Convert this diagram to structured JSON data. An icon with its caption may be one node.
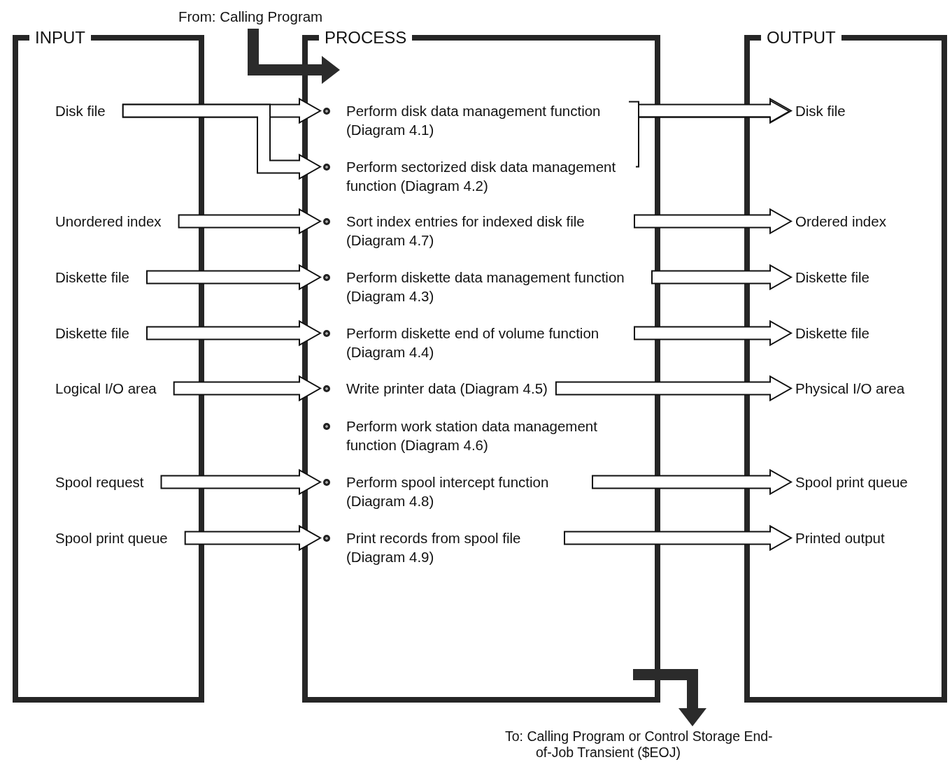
{
  "diagram": {
    "nodes": [
      {
        "text": [
          "INPUT"
        ]
      },
      {
        "text": [
          "PROCESS"
        ]
      },
      {
        "text": [
          "OUTPUT"
        ]
      },
      {
        "text": [
          "From: Calling Program"
        ]
      },
      {
        "text": [
          "To: Calling Program or Control Storage End-of-Job Transient ($EOJ)"
        ]
      },
      {
        "text": [
          "Disk file"
        ],
        "in": 0
      },
      {
        "text": [
          "Unordered index"
        ],
        "in": 0
      },
      {
        "text": [
          "Diskette file"
        ],
        "in": 0
      },
      {
        "text": [
          "Diskette file"
        ],
        "in": 0
      },
      {
        "text": [
          "Logical I/O area"
        ],
        "in": 0
      },
      {
        "text": [
          "Spool request"
        ],
        "in": 0
      },
      {
        "text": [
          "Spool print queue"
        ],
        "in": 0
      },
      {
        "text": [
          "Perform disk data management function (Diagram 4.1)"
        ],
        "in": 1
      },
      {
        "text": [
          "Perform sectorized disk data management function (Diagram 4.2)"
        ],
        "in": 1
      },
      {
        "text": [
          "Sort index entries for indexed disk file (Diagram 4.7)"
        ],
        "in": 1
      },
      {
        "text": [
          "Perform diskette data management function (Diagram 4.3)"
        ],
        "in": 1
      },
      {
        "text": [
          "Perform diskette end of volume function (Diagram 4.4)"
        ],
        "in": 1
      },
      {
        "text": [
          "Write printer data (Diagram 4.5)"
        ],
        "in": 1
      },
      {
        "text": [
          "Perform work station data management function (Diagram 4.6)"
        ],
        "in": 1
      },
      {
        "text": [
          "Perform spool intercept function (Diagram 4.8)"
        ],
        "in": 1
      },
      {
        "text": [
          "Print records from spool file (Diagram 4.9)"
        ],
        "in": 1
      },
      {
        "text": [
          "Disk file"
        ],
        "in": 2
      },
      {
        "text": [
          "Ordered index"
        ],
        "in": 2
      },
      {
        "text": [
          "Diskette file"
        ],
        "in": 2
      },
      {
        "text": [
          "Diskette file"
        ],
        "in": 2
      },
      {
        "text": [
          "Physical I/O area"
        ],
        "in": 2
      },
      {
        "text": [
          "Spool print queue"
        ],
        "in": 2
      },
      {
        "text": [
          "Printed output"
        ],
        "in": 2
      }
    ],
    "edges": [
      {
        "from": 3,
        "to": 1,
        "arrow": "to",
        "style": "thick"
      },
      {
        "from": 1,
        "to": 4,
        "arrow": "to",
        "style": "thick"
      },
      {
        "from": 5,
        "to": 12,
        "arrow": "to"
      },
      {
        "from": 5,
        "to": 13,
        "arrow": "to"
      },
      {
        "from": 6,
        "to": 14,
        "arrow": "to"
      },
      {
        "from": 7,
        "to": 15,
        "arrow": "to"
      },
      {
        "from": 8,
        "to": 16,
        "arrow": "to"
      },
      {
        "from": 9,
        "to": 17,
        "arrow": "to"
      },
      {
        "from": 10,
        "to": 19,
        "arrow": "to"
      },
      {
        "from": 11,
        "to": 20,
        "arrow": "to"
      },
      {
        "from": 12,
        "to": 21,
        "arrow": "to"
      },
      {
        "from": 13,
        "to": 21,
        "arrow": "to"
      },
      {
        "from": 14,
        "to": 22,
        "arrow": "to"
      },
      {
        "from": 15,
        "to": 23,
        "arrow": "to"
      },
      {
        "from": 16,
        "to": 24,
        "arrow": "to"
      },
      {
        "from": 17,
        "to": 25,
        "arrow": "to"
      },
      {
        "from": 19,
        "to": 26,
        "arrow": "to"
      },
      {
        "from": 20,
        "to": 27,
        "arrow": "to"
      }
    ]
  }
}
